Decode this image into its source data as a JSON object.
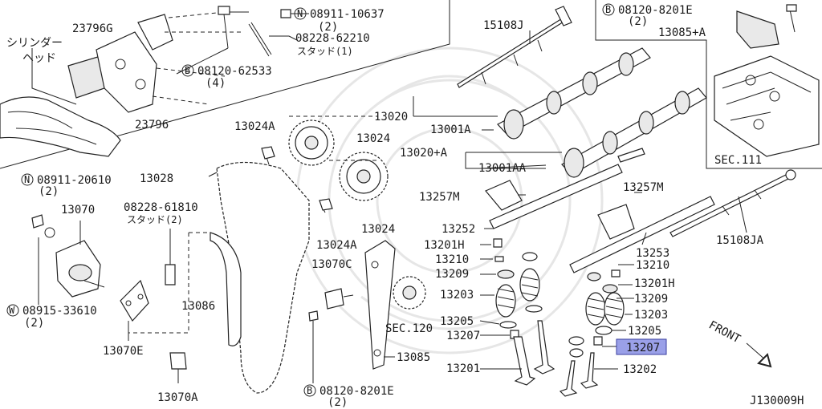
{
  "diagram_code": "J130009H",
  "highlight_part": "13207",
  "labels": {
    "cylinder_head_jp": [
      "シリンダー",
      "ヘッド"
    ],
    "p23796g": "23796G",
    "p23796": "23796",
    "p08911_10637": "08911-10637",
    "p08911_10637_qty": "(2)",
    "p08228_62210": "08228-62210",
    "stud_1": "スタッド(1)",
    "p08120_62533": "08120-62533",
    "p08120_62533_qty": "(4)",
    "p15108j": "15108J",
    "p08120_8201e_top": "08120-8201E",
    "p08120_8201e_top_qty": "(2)",
    "p13085a": "13085+A",
    "sec111": "SEC.111",
    "p13020": "13020",
    "p13001a": "13001A",
    "p13020a": "13020+A",
    "p13001aa": "13001AA",
    "p13024a_top": "13024A",
    "p13024_top": "13024",
    "p13028": "13028",
    "p08911_20610": "08911-20610",
    "p08911_20610_qty": "(2)",
    "p13070": "13070",
    "p08228_61810": "08228-61810",
    "stud_2": "スタッド(2)",
    "p13024_mid": "13024",
    "p13024a_mid": "13024A",
    "p13257m_left": "13257M",
    "p13257m_right": "13257M",
    "p13252": "13252",
    "p13253": "13253",
    "p15108ja": "15108JA",
    "p13201h_left": "13201H",
    "p13210_left": "13210",
    "p13209_left": "13209",
    "p13203_left": "13203",
    "p13205_left": "13205",
    "p13207_left": "13207",
    "p13201": "13201",
    "p13210_right": "13210",
    "p13201h_right": "13201H",
    "p13209_right": "13209",
    "p13203_right": "13203",
    "p13205_right": "13205",
    "p13207_right": "13207",
    "p13202": "13202",
    "p13070c": "13070C",
    "p13086": "13086",
    "p13070e": "13070E",
    "p13070a": "13070A",
    "p08915_33610": "08915-33610",
    "p08915_33610_qty": "(2)",
    "sec120": "SEC.120",
    "p13085": "13085",
    "p08120_8201e_bottom": "08120-8201E",
    "p08120_8201e_bottom_qty": "(2)",
    "front": "FRONT"
  }
}
